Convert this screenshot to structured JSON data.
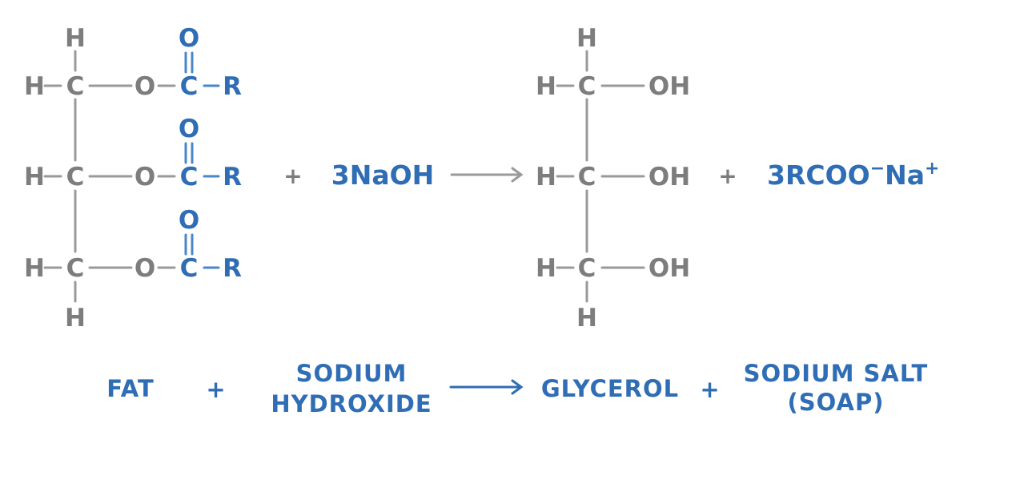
{
  "fat": {
    "rows": [
      {
        "top_h": "H",
        "h": "H",
        "c": "C",
        "o": "O",
        "carbonyl_o": "O",
        "c2": "C",
        "r": "R"
      },
      {
        "h": "H",
        "c": "C",
        "o": "O",
        "carbonyl_o": "O",
        "c2": "C",
        "r": "R"
      },
      {
        "h": "H",
        "c": "C",
        "o": "O",
        "carbonyl_o": "O",
        "c2": "C",
        "r": "R",
        "bottom_h": "H"
      }
    ]
  },
  "equation": {
    "plus": "+",
    "reagent": "3NaOH",
    "product_main": "3RCOO",
    "product_sup1": "−",
    "product_na": "Na",
    "product_sup2": "+"
  },
  "glycerol": {
    "rows": [
      {
        "top_h": "H",
        "h": "H",
        "c": "C",
        "oh": "OH"
      },
      {
        "h": "H",
        "c": "C",
        "oh": "OH"
      },
      {
        "h": "H",
        "c": "C",
        "oh": "OH",
        "bottom_h": "H"
      }
    ]
  },
  "word_equation": {
    "fat": "FAT",
    "plus": "+",
    "sodium_hydroxide_line1": "SODIUM",
    "sodium_hydroxide_line2": "HYDROXIDE",
    "glycerol": "GLYCEROL",
    "soap_line1": "SODIUM SALT",
    "soap_line2": "(SOAP)"
  },
  "colors": {
    "text_grey": "#7d7d7d",
    "bond_grey": "#9a9a9a",
    "blue": "#2f6db5",
    "bond_blue": "#4a86c8"
  }
}
